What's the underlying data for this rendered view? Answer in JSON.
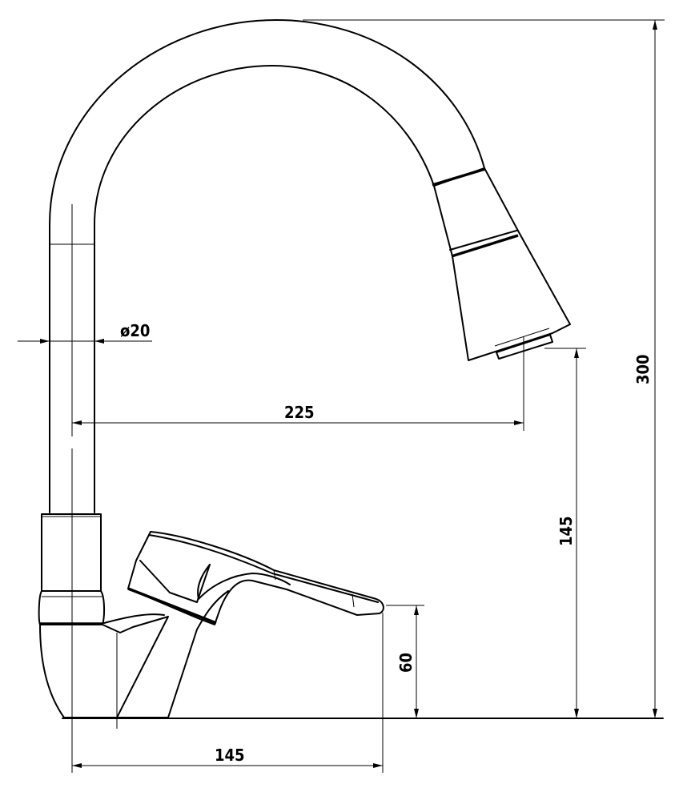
{
  "drawing": {
    "colors": {
      "line": "#000000",
      "background": "#ffffff"
    },
    "dimensions": {
      "pipe_diameter": "ø20",
      "spout_reach": "225",
      "total_height": "300",
      "spout_clearance": "145",
      "base_height": "60",
      "base_length": "145"
    }
  }
}
